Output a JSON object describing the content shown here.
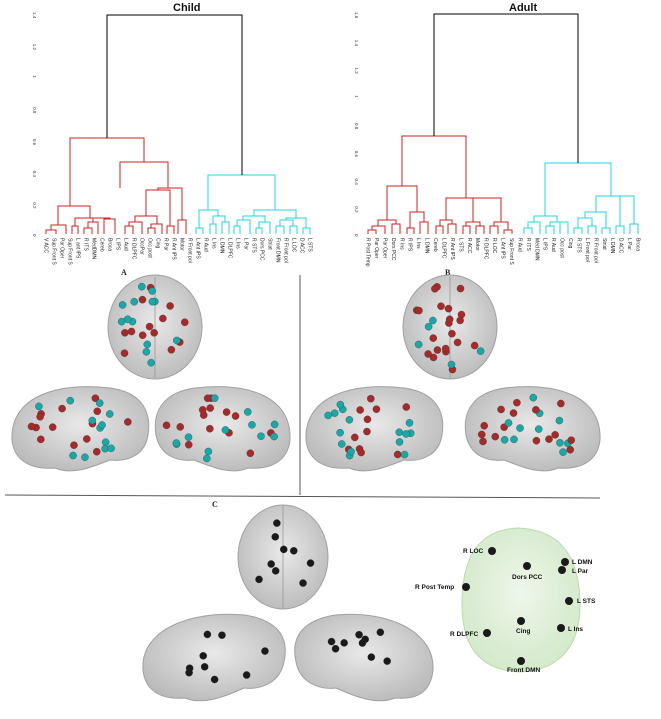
{
  "panels": {
    "child": {
      "title": "Child",
      "letter": "A",
      "y_ticks": [
        "0",
        "0.2",
        "0.4",
        "0.6",
        "0.8",
        "1",
        "1.2",
        "1.4"
      ],
      "leaves": [
        "V ACC",
        "Sup Front S",
        "Par Oper",
        "Sup Front S",
        "L ant IPS",
        "R ITS",
        "MedDMN",
        "Cereb",
        "Broca",
        "L IPS",
        "L Aud",
        "R DLPFC",
        "OccPar",
        "Occ post",
        "Cing",
        "R Par",
        "R Ant IPS",
        "Motor",
        "R Front pol",
        "L Ant IPS",
        "R Aud",
        "L Ins",
        "L DMN",
        "L DLPFC",
        "L Ins",
        "L Par",
        "R STS",
        "Dors PCC",
        "Striat",
        "Front DMN",
        "R Front pol",
        "L LOC",
        "D ACC",
        "L STS"
      ]
    },
    "adult": {
      "title": "Adult",
      "letter": "B",
      "y_ticks": [
        "0",
        "0.2",
        "0.4",
        "0.6",
        "0.8",
        "1",
        "1.2",
        "1.4",
        "1.6"
      ],
      "leaves": [
        "R Post Temp",
        "Par Oper",
        "Par Oper",
        "Dors PCC",
        "R Ins",
        "R IPS",
        "L Ins",
        "L DMN",
        "Cereb",
        "L DLPFC",
        "R Ant IPS",
        "L STS",
        "R ACC",
        "Motor",
        "R DLPFC",
        "R LOC",
        "L Ant IPS",
        "Sup Front S",
        "R Aud",
        "R ITS",
        "Med DMN",
        "L IPS",
        "R Aud",
        "Occ post",
        "Cing",
        "R STS",
        "L Front pol",
        "R Front pol",
        "Striat",
        "L DMN",
        "D ACC",
        "L Par",
        "Broca"
      ]
    },
    "consensus": {
      "letter": "C",
      "rois": {
        "r_loc": "R LOC",
        "l_dmn": "L DMN",
        "dors_pcc": "Dors PCC",
        "l_par": "L Par",
        "r_post_temp": "R Post Temp",
        "l_sts": "L STS",
        "r_dlpfc": "R DLPFC",
        "cing": "Cing",
        "l_ins": "L Ins",
        "front_dmn": "Front DMN"
      }
    }
  },
  "colors": {
    "cluster_red": "#cc2222",
    "cluster_cyan": "#22d4e0",
    "root_black": "#000000",
    "node_red": "#a52a2a",
    "node_cyan": "#1aa7a7",
    "node_black": "#1a1a1a",
    "highlight_green": "#cfe8c6"
  }
}
